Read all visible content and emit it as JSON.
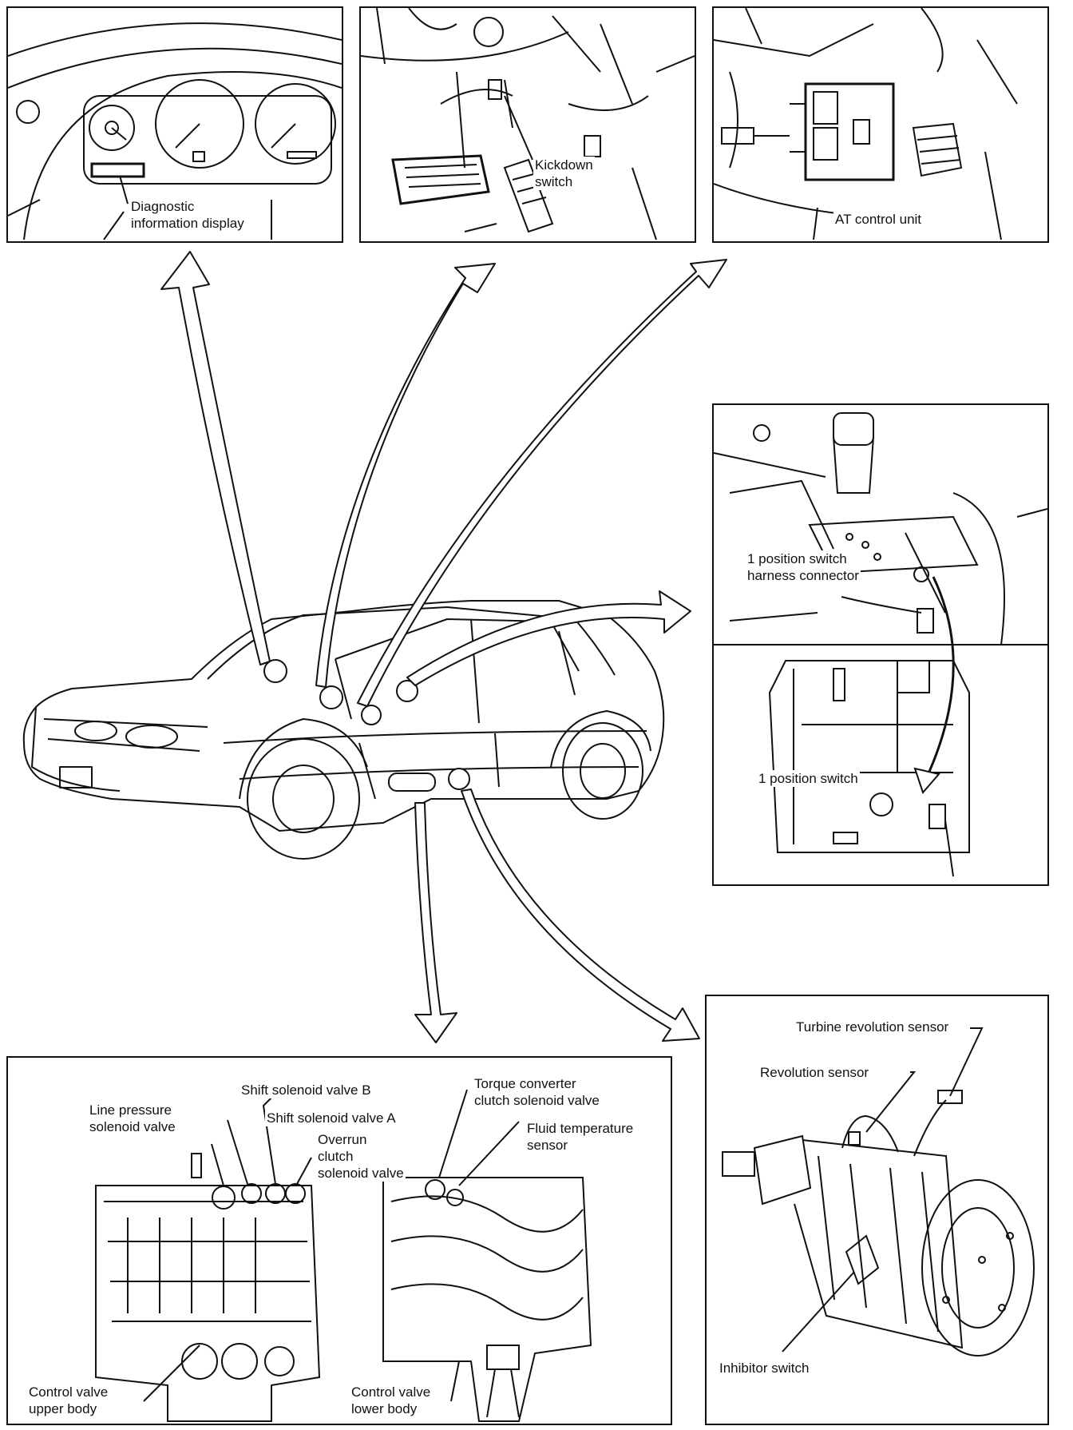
{
  "labels": {
    "diagnostic_display": "Diagnostic\ninformation display",
    "kickdown_switch": "Kickdown\nswitch",
    "at_control_unit": "AT control unit",
    "position_switch_connector": "1 position switch\nharness connector",
    "position_switch": "1 position switch",
    "turbine_sensor": "Turbine revolution sensor",
    "revolution_sensor": "Revolution sensor",
    "inhibitor_switch": "Inhibitor switch",
    "shift_solenoid_b": "Shift solenoid valve B",
    "line_pressure_solenoid": "Line pressure\nsolenoid valve",
    "shift_solenoid_a": "Shift solenoid valve A",
    "overrun_solenoid": "Overrun\nclutch\nsolenoid valve",
    "torque_converter_solenoid": "Torque converter\nclutch solenoid valve",
    "fluid_temp_sensor": "Fluid temperature\nsensor",
    "control_valve_upper": "Control valve\nupper body",
    "control_valve_lower": "Control valve\nlower body"
  }
}
